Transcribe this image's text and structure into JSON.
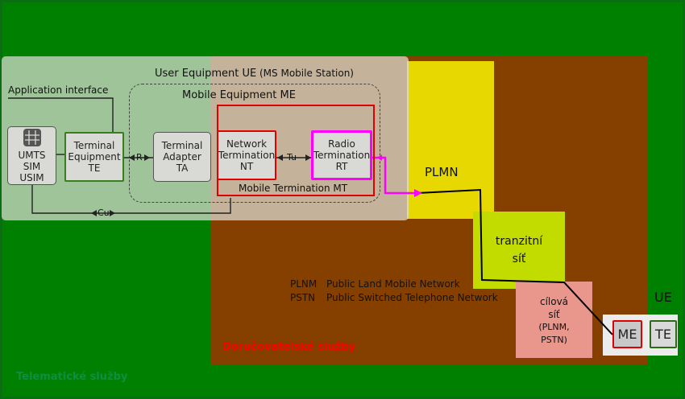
{
  "telematic_label": "Telematické služby",
  "delivery_label": "Doručovatelské služby",
  "plmn_label": "PLMN",
  "transit": [
    "tranzitní",
    "síť"
  ],
  "target": [
    "cílová",
    "síť",
    "(PLNM,",
    "PSTN)"
  ],
  "ue_label": "UE",
  "me_label": "ME",
  "te_label": "TE",
  "legend": [
    {
      "abbr": "PLNM",
      "text": "Public Land Mobile Network"
    },
    {
      "abbr": "PSTN",
      "text": "Public Switched Telephone Network"
    }
  ],
  "ue_diagram": {
    "title": "User Equipment UE",
    "subtitle": "(MS Mobile Station)",
    "app_interface": "Application interface",
    "me_title": "Mobile Equipment ME",
    "mt_title": "Mobile Termination MT",
    "sim": [
      "UMTS SIM",
      "USIM"
    ],
    "te": [
      "Terminal",
      "Equipment",
      "TE"
    ],
    "ta": [
      "Terminal",
      "Adapter",
      "TA"
    ],
    "nt": [
      "Network",
      "Termination",
      "NT"
    ],
    "rt": [
      "Radio",
      "Termination",
      "RT"
    ],
    "r_label": "R",
    "tu_label": "Tu",
    "cu_label": "Cu"
  },
  "colors": {
    "background": "#008000",
    "delivery_area": "#854000",
    "plmn": "#e6d800",
    "transit": "#c2dc00",
    "target": "#e9968c",
    "highlight_red": "#e00000",
    "highlight_magenta": "#ff00ff",
    "highlight_green": "#3a7d1e",
    "telematic_text": "#0e8e44"
  }
}
